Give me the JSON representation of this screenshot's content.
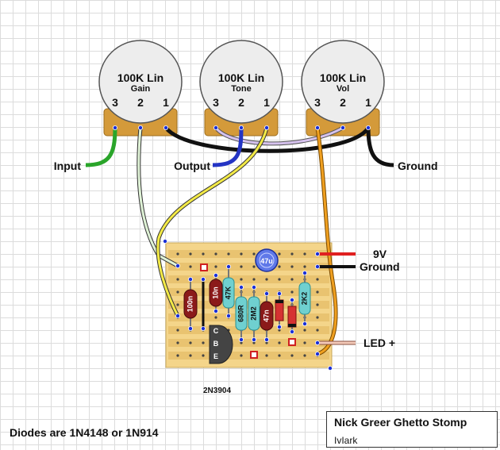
{
  "pots": [
    {
      "value": "100K Lin",
      "name": "Gain",
      "pins": [
        "3",
        "2",
        "1"
      ]
    },
    {
      "value": "100K Lin",
      "name": "Tone",
      "pins": [
        "3",
        "2",
        "1"
      ]
    },
    {
      "value": "100K Lin",
      "name": "Vol",
      "pins": [
        "3",
        "2",
        "1"
      ]
    }
  ],
  "labels": {
    "input": "Input",
    "output": "Output",
    "ground_top": "Ground",
    "nine_v": "9V",
    "ground_board": "Ground",
    "led": "LED +"
  },
  "components": {
    "cap_100n": "100n",
    "cap_10n": "10n",
    "res_47k": "47K",
    "res_680r": "680R",
    "res_2m2": "2M2",
    "cap_47n": "47n",
    "res_2k2": "2K2",
    "elec_47u": "47u"
  },
  "transistor": {
    "part": "2N3904",
    "pins": [
      "C",
      "B",
      "E"
    ]
  },
  "notes": {
    "diodes": "Diodes are 1N4148 or 1N914"
  },
  "title_block": {
    "title": "Nick Greer Ghetto Stomp",
    "author": "IvIark"
  },
  "colors": {
    "pot_body": "#d49a3a",
    "stripboard": "#f4d58a",
    "wire_green": "#2aa52a",
    "wire_pale_green": "#dff2d6",
    "wire_blue": "#2434c4",
    "wire_yellow": "#f3ea46",
    "wire_orange": "#f0a020",
    "wire_purple": "#d6c2ee",
    "wire_red": "#e02020",
    "wire_pink": "#f3c9b8",
    "film_cap": "#8b1a1a",
    "resistor": "#6fd0d0",
    "electrolytic": "#5f78e8",
    "transistor": "#444444"
  }
}
